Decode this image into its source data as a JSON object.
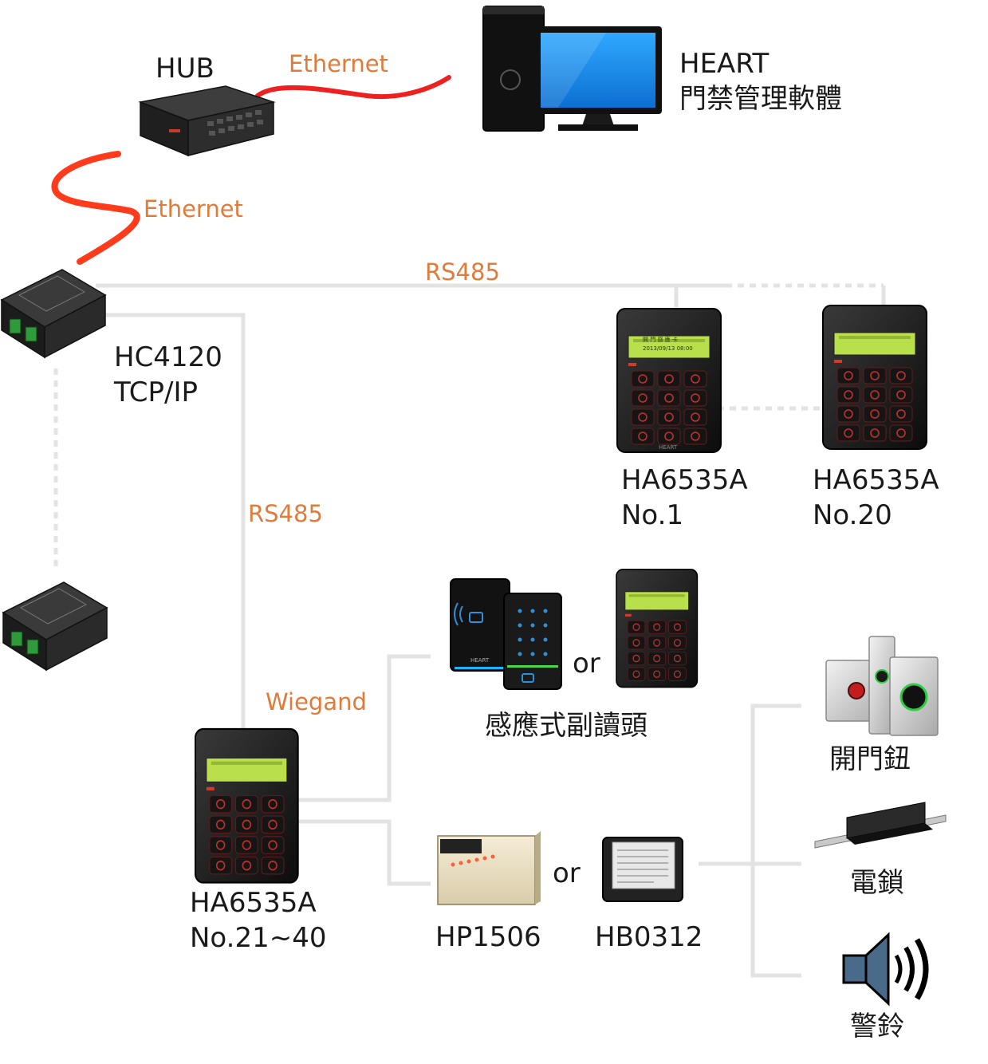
{
  "pc": {
    "line1": "HEART",
    "line2": "門禁管理軟體"
  },
  "hub": {
    "label": "HUB"
  },
  "links": {
    "ethernet_top": "Ethernet",
    "ethernet_left": "Ethernet",
    "rs485_top": "RS485",
    "rs485_vertical": "RS485",
    "wiegand": "Wiegand"
  },
  "controller": {
    "line1": "HC4120",
    "line2": "TCP/IP"
  },
  "reader_no1": {
    "line1": "HA6535A",
    "line2": "No.1"
  },
  "reader_no20": {
    "line1": "HA6535A",
    "line2": "No.20"
  },
  "reader_main": {
    "line1": "HA6535A",
    "line2": "No.21~40"
  },
  "sub_reader": {
    "or": "or",
    "caption": "感應式副讀頭"
  },
  "power": {
    "left": "HP1506",
    "or": "or",
    "right": "HB0312"
  },
  "peripherals": {
    "button": "開門鈕",
    "lock": "電鎖",
    "alarm": "警鈴"
  },
  "keypad": {
    "lcd_line1": "開 門 感 應 卡",
    "lcd_line2": "2013/09/13 08:00",
    "brand": "HEART"
  },
  "device_brand": "HEART"
}
